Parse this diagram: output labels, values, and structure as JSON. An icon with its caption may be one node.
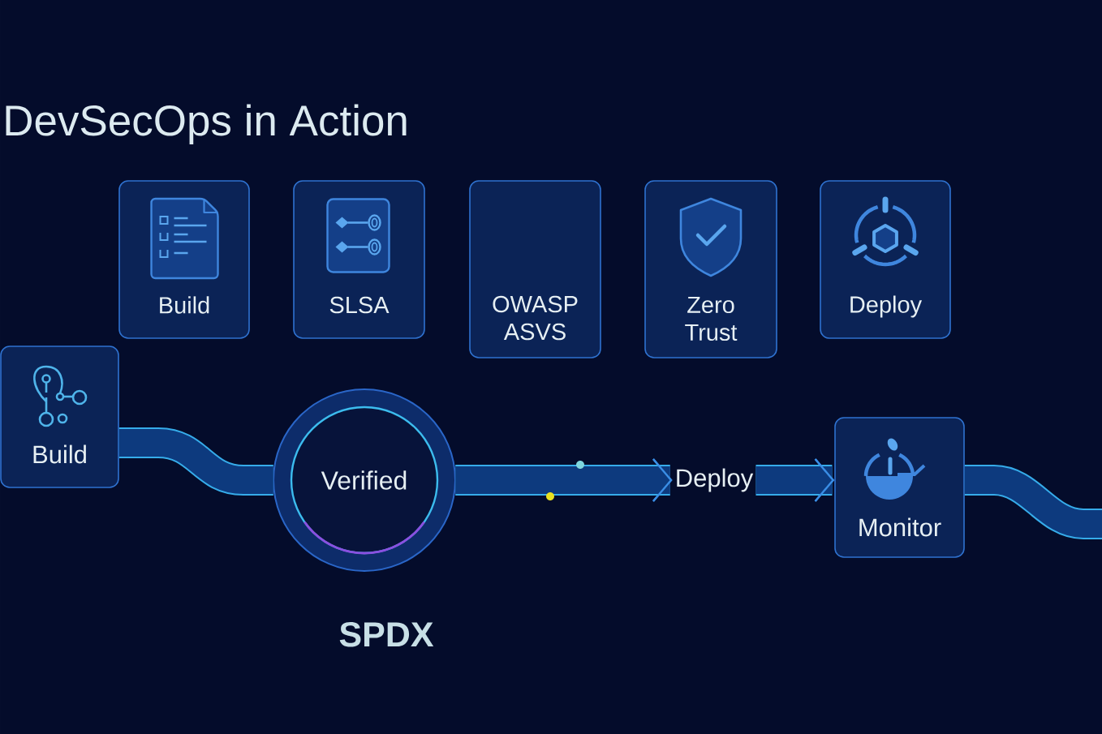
{
  "diagram": {
    "title": "DevSecOps in Action",
    "nodes": [
      {
        "text": [
          "Build"
        ]
      },
      {
        "text": [
          "SLSA"
        ]
      },
      {
        "text": [
          "OWASP ASVS"
        ]
      },
      {
        "text": [
          "Zero Trust"
        ]
      },
      {
        "text": [
          "Deploy"
        ]
      },
      {
        "text": [
          "Build"
        ]
      },
      {
        "text": [
          "Verified"
        ]
      },
      {
        "text": [
          "Deploy"
        ]
      },
      {
        "text": [
          "Monitor"
        ]
      }
    ],
    "edges": [
      {
        "from": 5,
        "to": 6,
        "arrow": "none"
      },
      {
        "from": 6,
        "to": 7,
        "arrow": "to"
      },
      {
        "from": 7,
        "to": 8,
        "arrow": "to"
      },
      {
        "from": 8,
        "to": null,
        "arrow": "none"
      }
    ],
    "labels": [
      "SPDX"
    ]
  }
}
